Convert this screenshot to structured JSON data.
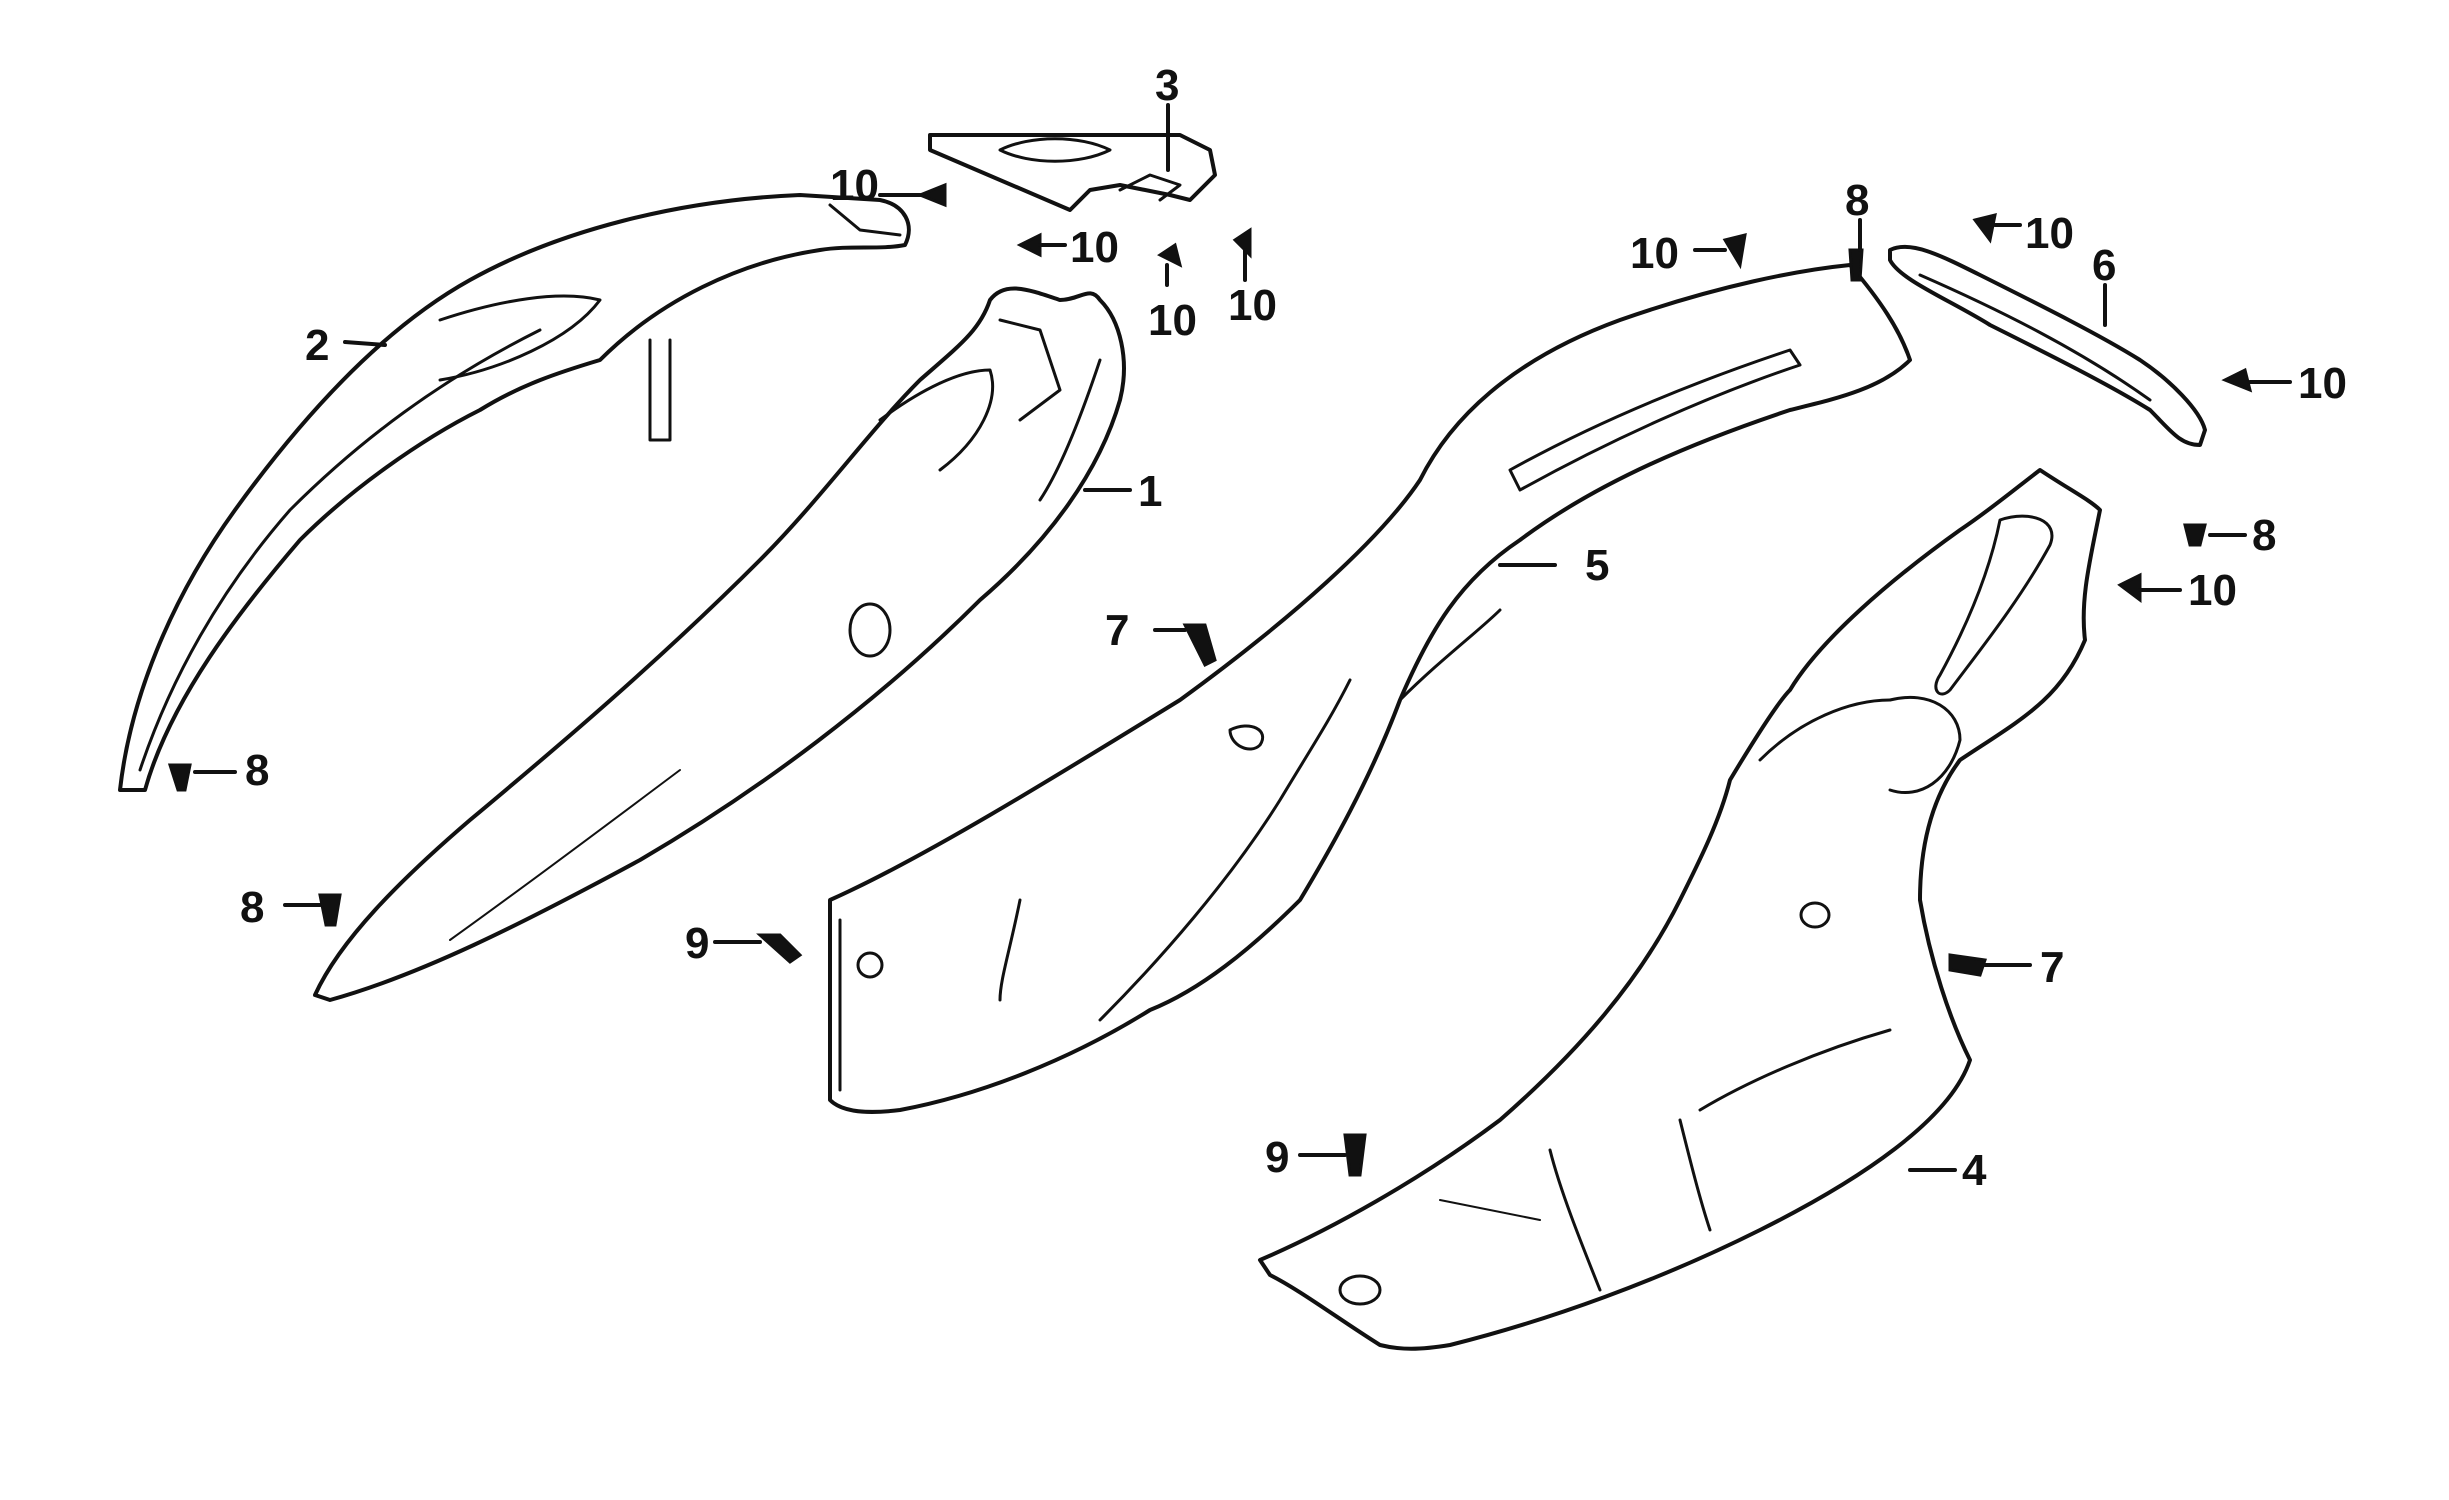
{
  "diagram": {
    "callouts": {
      "c1": "1",
      "c2": "2",
      "c3": "3",
      "c4": "4",
      "c5": "5",
      "c6": "6",
      "c7a": "7",
      "c7b": "7",
      "c8a": "8",
      "c8b": "8",
      "c8c": "8",
      "c8d": "8",
      "c9a": "9",
      "c9b": "9",
      "c10a": "10",
      "c10b": "10",
      "c10c": "10",
      "c10d": "10",
      "c10e": "10",
      "c10f": "10",
      "c10g": "10",
      "c10h": "10"
    },
    "line_color": "#111111",
    "background": "#ffffff"
  }
}
